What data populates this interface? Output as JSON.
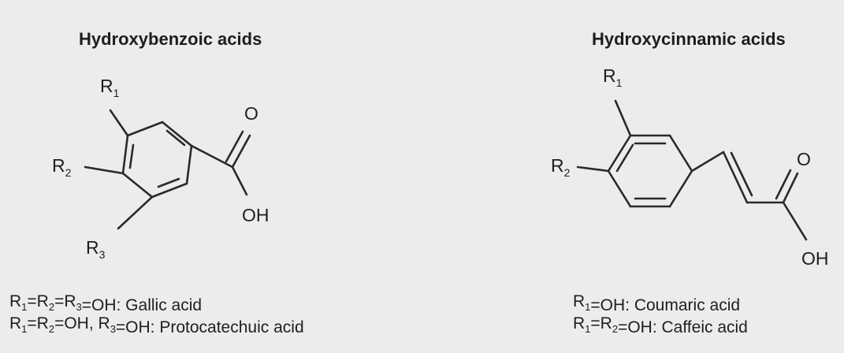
{
  "left": {
    "title": "Hydroxybenzoic acids",
    "atoms": {
      "r1": {
        "main": "R",
        "sub": "1"
      },
      "r2": {
        "main": "R",
        "sub": "2"
      },
      "r3": {
        "main": "R",
        "sub": "3"
      },
      "o": "O",
      "oh": "OH"
    },
    "legend": [
      {
        "parts": [
          {
            "t": "R",
            "s": "1"
          },
          {
            "t": "=R",
            "s": "2"
          },
          {
            "t": "=R",
            "s": "3"
          },
          {
            "t": "=OH: Gallic acid",
            "s": ""
          }
        ]
      },
      {
        "parts": [
          {
            "t": "R",
            "s": "1"
          },
          {
            "t": "=R",
            "s": "2"
          },
          {
            "t": "=OH, R",
            "s": "3"
          },
          {
            "t": "=OH: Protocatechuic acid",
            "s": ""
          }
        ]
      }
    ]
  },
  "right": {
    "title": "Hydroxycinnamic acids",
    "atoms": {
      "r1": {
        "main": "R",
        "sub": "1"
      },
      "r2": {
        "main": "R",
        "sub": "2"
      },
      "o": "O",
      "oh": "OH"
    },
    "legend": [
      {
        "parts": [
          {
            "t": "R",
            "s": "1"
          },
          {
            "t": "=OH: Coumaric acid",
            "s": ""
          }
        ]
      },
      {
        "parts": [
          {
            "t": "R",
            "s": "1"
          },
          {
            "t": "=R",
            "s": "2"
          },
          {
            "t": "=OH: Caffeic acid",
            "s": ""
          }
        ]
      }
    ]
  },
  "colors": {
    "background": "#ececec",
    "ink": "#1e1e1e"
  }
}
